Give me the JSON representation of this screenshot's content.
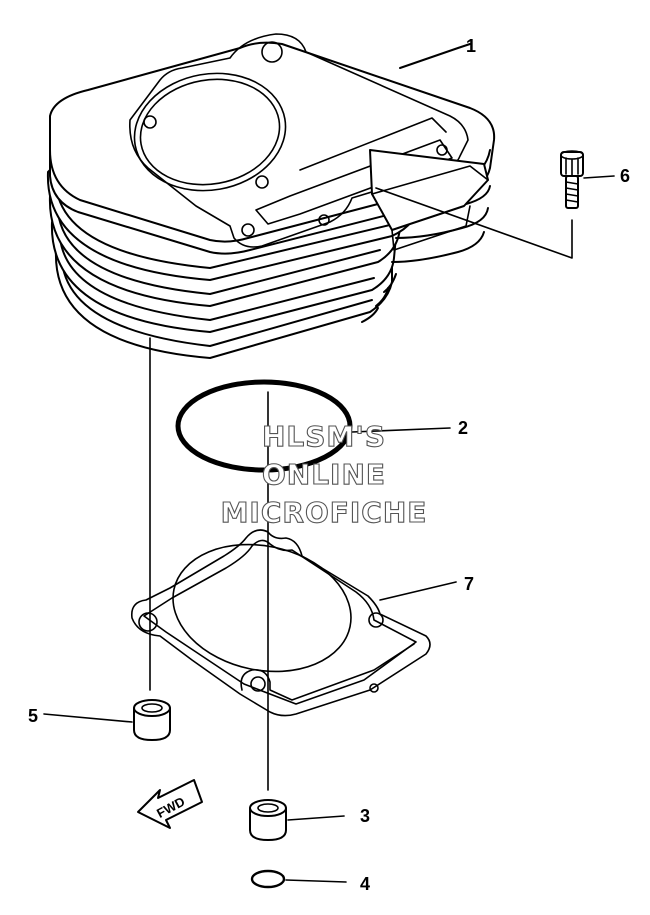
{
  "callouts": {
    "c1": "1",
    "c2": "2",
    "c3": "3",
    "c4": "4",
    "c5": "5",
    "c6": "6",
    "c7": "7"
  },
  "watermark": {
    "line1": "HLSM'S",
    "line2": "ONLINE",
    "line3": "MICROFICHE"
  },
  "direction_arrow": {
    "label": "FWD"
  }
}
